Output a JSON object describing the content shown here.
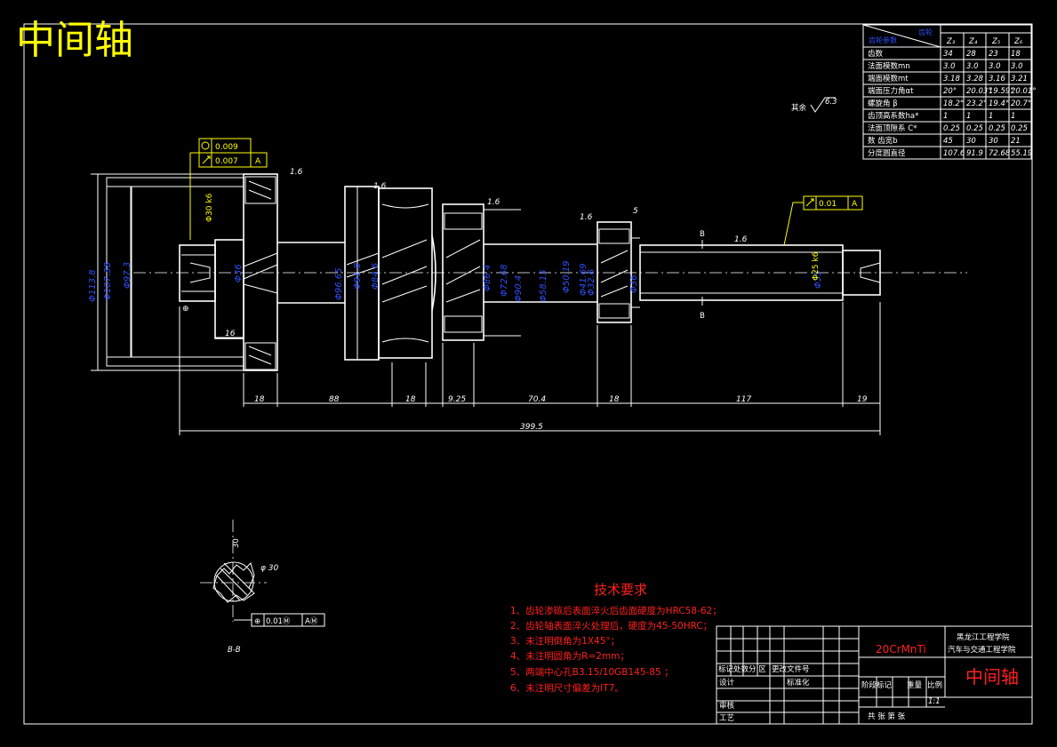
{
  "drawing_title": "中间轴",
  "gear_table": {
    "corner_top": "齿轮",
    "corner_bottom": "齿轮参数",
    "columns": [
      "Z₃",
      "Z₄",
      "Z₅",
      "Z₆"
    ],
    "rows": [
      {
        "label": "齿数",
        "values": [
          "34",
          "28",
          "23",
          "18"
        ]
      },
      {
        "label": "法面模数mn",
        "values": [
          "3.0",
          "3.0",
          "3.0",
          "3.0"
        ]
      },
      {
        "label": "端面模数mt",
        "values": [
          "3.18",
          "3.28",
          "3.16",
          "3.21"
        ]
      },
      {
        "label": "端面压力角αt",
        "values": [
          "20°",
          "20.03°",
          "19.59°",
          "20.01°"
        ]
      },
      {
        "label": "螺旋角 β",
        "values": [
          "18.2°",
          "23.2°",
          "19.4°",
          "20.7°"
        ]
      },
      {
        "label": "齿顶高系数ha*",
        "values": [
          "1",
          "1",
          "1",
          "1"
        ]
      },
      {
        "label": "法面顶隙系 C*",
        "values": [
          "0.25",
          "0.25",
          "0.25",
          "0.25"
        ]
      },
      {
        "label": "数  齿宽b",
        "values": [
          "45",
          "30",
          "30",
          "21"
        ]
      },
      {
        "label": "分度圆直径",
        "values": [
          "107.6",
          "91.9",
          "72.68",
          "55.19"
        ]
      }
    ]
  },
  "roughness_note": "其余",
  "roughness_value": "6.3",
  "tolerance_frames": {
    "left_circularity": "0.009",
    "left_runout": "0.007",
    "left_datum": "A",
    "right_runout": "0.01",
    "right_datum": "A",
    "bb_position": "0.01Ⓜ",
    "bb_datum": "AⓂ"
  },
  "section_labels": {
    "top": "B",
    "bottom": "B",
    "view": "B-B"
  },
  "length_dims": [
    "18",
    "88",
    "18",
    "9.25",
    "70.4",
    "18",
    "117",
    "19"
  ],
  "total_length": "399.5",
  "small_dims": [
    "16",
    "5",
    "1.6",
    "1.6",
    "1.6",
    "1.6",
    "1.6"
  ],
  "diameter_dims": [
    "Φ113.8",
    "Φ107.38",
    "Φ97.3",
    "Φ36",
    "Φ96.65",
    "Φ91.8",
    "Φ84.6",
    "Φ86.4",
    "Φ72.68",
    "Φ90.4",
    "Φ58.15",
    "Φ50.19",
    "Φ41.69",
    "Φ32.6",
    "Φ36",
    "Φ35"
  ],
  "fit_dims": [
    "Φ30 k6",
    "Φ25 k6"
  ],
  "bb_dims": [
    "30",
    "φ 30"
  ],
  "tech_requirements": {
    "title": "技术要求",
    "items": [
      "1、齿轮渗碳后表面淬火后齿面硬度为HRC58-62；",
      "2、齿轮轴表面淬火处理后，硬度为45-50HRC；",
      "3、未注明倒角为1X45°；",
      "4、未注明圆角为R=2mm；",
      "5、两端中心孔B3.15/10GB145-85 ；",
      "6、未注明尺寸偏差为IT7。"
    ]
  },
  "title_block": {
    "material": "20CrMnTi",
    "school_line1": "黑龙江工程学院",
    "school_line2": "汽车与交通工程学院",
    "part_name": "中间轴",
    "mark_label": "标记处数分 区",
    "file_label": "更改文件号",
    "design_label": "设计",
    "standard_label": "标准化",
    "stage_label": "阶段标记",
    "weight_label": "重量",
    "scale_label": "比例",
    "scale_value": "1:1",
    "review_label": "审核",
    "process_label": "工艺",
    "sheets_label": "共  张  第    张"
  },
  "colors": {
    "title": "#ffff00",
    "dimension": "#ffffff",
    "diameter": "#3050ff",
    "tolerance": "#ffff00",
    "notes": "#ff2020"
  }
}
